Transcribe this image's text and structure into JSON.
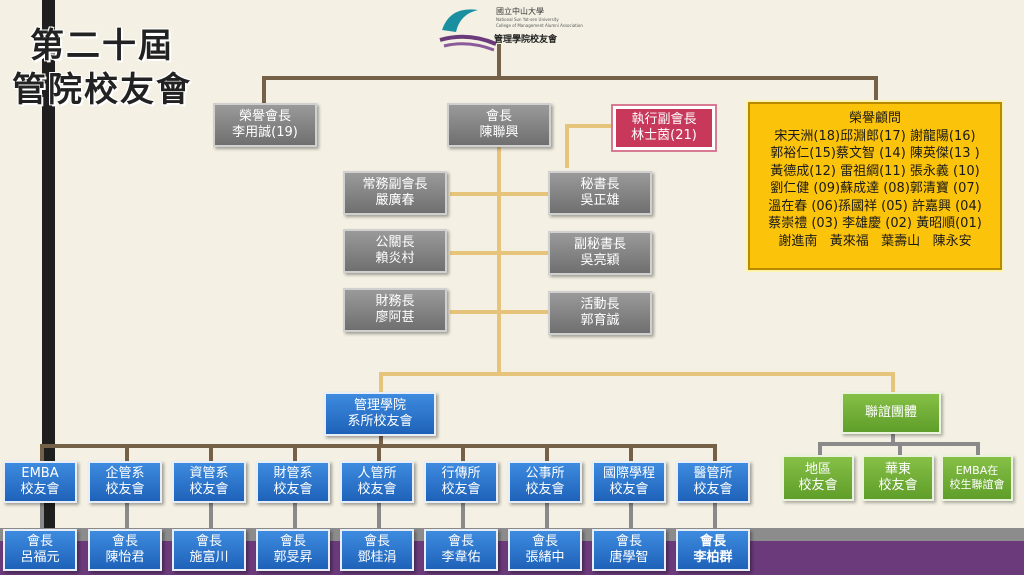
{
  "title": {
    "line1": "第二十屆",
    "line2": "管院校友會"
  },
  "logo": {
    "line1": "國立中山大學",
    "line2": "National Sun Yat-sen University",
    "line3": "College of Management Alumni Association",
    "line4": "管理學院校友會"
  },
  "top_row": {
    "honorary_president": {
      "title": "榮譽會長",
      "name": "李用誠(19)"
    },
    "president": {
      "title": "會長",
      "name": "陳聯興"
    },
    "exec_vp": {
      "title": "執行副會長",
      "name": "林士茵(21)"
    },
    "advisors": {
      "title": "榮譽顧問",
      "lines": [
        "宋天洲(18)邱淵郎(17)  謝龍陽(16)",
        "郭裕仁(15)蔡文智 (14) 陳英傑(13 )",
        "黃德成(12) 雷祖綱(11) 張永義 (10)",
        "劉仁健 (09)蘇成達 (08)郭清寶 (07)",
        "溫在春 (06)孫國祥 (05) 許嘉興 (04)",
        "蔡崇禮 (03) 李雄慶 (02) 黃昭順(01)",
        "謝進南   黃來福   葉壽山   陳永安"
      ]
    }
  },
  "officers_left": [
    {
      "title": "常務副會長",
      "name": "嚴廣春"
    },
    {
      "title": "公關長",
      "name": "賴炎村"
    },
    {
      "title": "財務長",
      "name": "廖阿甚"
    }
  ],
  "officers_right": [
    {
      "title": "秘書長",
      "name": "吳正雄"
    },
    {
      "title": "副秘書長",
      "name": "吳亮穎"
    },
    {
      "title": "活動長",
      "name": "郭育誠"
    }
  ],
  "college_branch": {
    "line1": "管理學院",
    "line2": "系所校友會"
  },
  "friendship_branch": {
    "label": "聯誼團體"
  },
  "departments": [
    {
      "l1": "EMBA",
      "l2": "校友會",
      "chair_title": "會長",
      "chair_name": "呂福元"
    },
    {
      "l1": "企管系",
      "l2": "校友會",
      "chair_title": "會長",
      "chair_name": "陳怡君"
    },
    {
      "l1": "資管系",
      "l2": "校友會",
      "chair_title": "會長",
      "chair_name": "施富川"
    },
    {
      "l1": "財管系",
      "l2": "校友會",
      "chair_title": "會長",
      "chair_name": "郭旻昇"
    },
    {
      "l1": "人管所",
      "l2": "校友會",
      "chair_title": "會長",
      "chair_name": "鄧桂涓"
    },
    {
      "l1": "行傳所",
      "l2": "校友會",
      "chair_title": "會長",
      "chair_name": "李韋佑"
    },
    {
      "l1": "公事所",
      "l2": "校友會",
      "chair_title": "會長",
      "chair_name": "張緒中"
    },
    {
      "l1": "國際學程",
      "l2": "校友會",
      "chair_title": "會長",
      "chair_name": "唐學智"
    },
    {
      "l1": "醫管所",
      "l2": "校友會",
      "chair_title": "會長",
      "chair_name": "李柏群"
    }
  ],
  "groups": [
    {
      "l1": "地區",
      "l2": "校友會"
    },
    {
      "l1": "華東",
      "l2": "校友會"
    },
    {
      "l1": "EMBA在",
      "l2": "校生聯誼會"
    }
  ],
  "colors": {
    "gray": "#7f7f7f",
    "blue": "#2e75d0",
    "green": "#72ae38",
    "pink": "#c7385a",
    "gold": "#fcc30b",
    "purple": "#6b3a7a"
  }
}
